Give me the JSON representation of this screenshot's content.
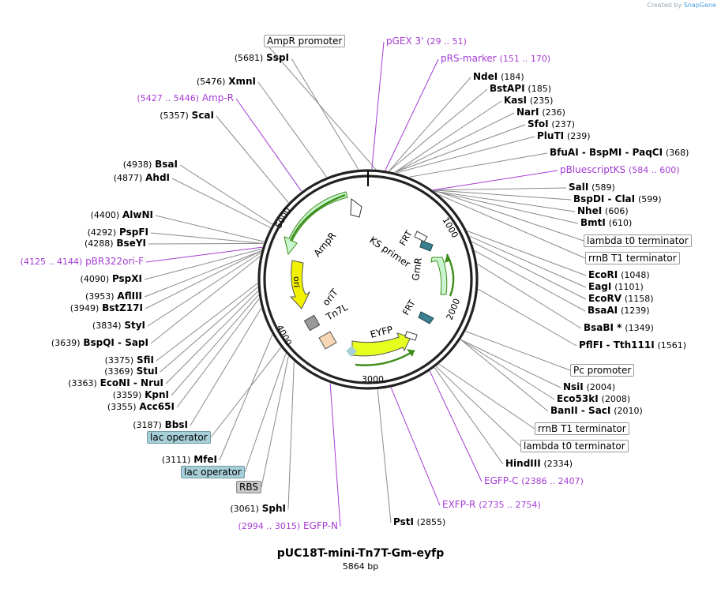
{
  "header": {
    "credit_prefix": "Created by",
    "credit_brand": "SnapGene"
  },
  "plasmid": {
    "name": "pUC18T-mini-Tn7T-Gm-eyfp",
    "size": "5864 bp"
  },
  "ring_ticks": [
    "1000",
    "2000",
    "3000",
    "4000",
    "5000"
  ],
  "inner_labels": [
    "AmpR",
    "KS primer",
    "FRT",
    "GmR",
    "FRT",
    "ori",
    "oriT",
    "Tn7L",
    "EYFP"
  ],
  "sites_left": [
    {
      "pos": "(5681)",
      "name": "SspI"
    },
    {
      "pos": "(5476)",
      "name": "XmnI"
    },
    {
      "pos": "(5427 .. 5446)",
      "name": "Amp-R",
      "feature": true
    },
    {
      "pos": "(5357)",
      "name": "ScaI"
    },
    {
      "pos": "(4938)",
      "name": "BsaI"
    },
    {
      "pos": "(4877)",
      "name": "AhdI"
    },
    {
      "pos": "(4400)",
      "name": "AlwNI"
    },
    {
      "pos": "(4292)",
      "name": "PspFI"
    },
    {
      "pos": "(4288)",
      "name": "BseYI"
    },
    {
      "pos": "(4125 .. 4144)",
      "name": "pBR322ori-F",
      "feature": true
    },
    {
      "pos": "(4090)",
      "name": "PspXI"
    },
    {
      "pos": "(3953)",
      "name": "AflIII"
    },
    {
      "pos": "(3949)",
      "name": "BstZ17I"
    },
    {
      "pos": "(3834)",
      "name": "StyI"
    },
    {
      "pos": "(3639)",
      "name": "BspQI  -  SapI"
    },
    {
      "pos": "(3375)",
      "name": "SfiI"
    },
    {
      "pos": "(3369)",
      "name": "StuI"
    },
    {
      "pos": "(3363)",
      "name": "EcoNI  -  NruI"
    },
    {
      "pos": "(3359)",
      "name": "KpnI"
    },
    {
      "pos": "(3355)",
      "name": "Acc65I"
    },
    {
      "pos": "(3187)",
      "name": "BbsI"
    },
    {
      "pos": "(3111)",
      "name": "MfeI"
    },
    {
      "pos": "(3061)",
      "name": "SphI"
    },
    {
      "pos": "(2994 .. 3015)",
      "name": "EGFP-N",
      "feature": true
    }
  ],
  "sites_right": [
    {
      "name": "pGEX 3'",
      "pos": "(29 .. 51)",
      "feature": true
    },
    {
      "name": "pRS-marker",
      "pos": "(151 .. 170)",
      "feature": true
    },
    {
      "name": "NdeI",
      "pos": "(184)"
    },
    {
      "name": "BstAPI",
      "pos": "(185)"
    },
    {
      "name": "KasI",
      "pos": "(235)"
    },
    {
      "name": "NarI",
      "pos": "(236)"
    },
    {
      "name": "SfoI",
      "pos": "(237)"
    },
    {
      "name": "PluTI",
      "pos": "(239)"
    },
    {
      "name": "BfuAI  -  BspMI  -  PaqCI",
      "pos": "(368)"
    },
    {
      "name": "pBluescriptKS",
      "pos": "(584 .. 600)",
      "feature": true
    },
    {
      "name": "SalI",
      "pos": "(589)"
    },
    {
      "name": "BspDI  -  ClaI",
      "pos": "(599)"
    },
    {
      "name": "NheI",
      "pos": "(606)"
    },
    {
      "name": "BmtI",
      "pos": "(610)"
    },
    {
      "name": "EcoRI",
      "pos": "(1048)"
    },
    {
      "name": "EagI",
      "pos": "(1101)"
    },
    {
      "name": "EcoRV",
      "pos": "(1158)"
    },
    {
      "name": "BsaAI",
      "pos": "(1239)"
    },
    {
      "name": "BsaBI *",
      "pos": "(1349)"
    },
    {
      "name": "PflFI  -  Tth111I",
      "pos": "(1561)"
    },
    {
      "name": "NsiI",
      "pos": "(2004)"
    },
    {
      "name": "Eco53kI",
      "pos": "(2008)"
    },
    {
      "name": "BanII  -  SacI",
      "pos": "(2010)"
    },
    {
      "name": "HindIII",
      "pos": "(2334)"
    },
    {
      "name": "EGFP-C",
      "pos": "(2386 .. 2407)",
      "feature": true
    },
    {
      "name": "EXFP-R",
      "pos": "(2735 .. 2754)",
      "feature": true
    },
    {
      "name": "PstI",
      "pos": "(2855)"
    }
  ],
  "boxed": [
    {
      "text": "AmpR promoter",
      "kind": "plain"
    },
    {
      "text": "lambda t0 terminator",
      "kind": "plain"
    },
    {
      "text": "rrnB T1 terminator",
      "kind": "plain"
    },
    {
      "text": "Pc promoter",
      "kind": "plain"
    },
    {
      "text": "rrnB T1 terminator",
      "kind": "plain"
    },
    {
      "text": "lambda t0 terminator",
      "kind": "plain"
    },
    {
      "text": "lac operator",
      "kind": "lac"
    },
    {
      "text": "lac operator",
      "kind": "lac"
    },
    {
      "text": "RBS",
      "kind": "rbs"
    }
  ],
  "colors": {
    "feature_text": "#a53cd4",
    "ampr_fill": "#c9f5cf",
    "gmr_fill": "#c9f5cf",
    "eyfp_fill": "#e6ff1f",
    "ori_fill": "#f2f200",
    "origin_t_fill": "#9a9a9a",
    "tn7l_fill": "#f7d7b3",
    "frt_fill": "#3c7f8f",
    "arrow_dark": "#3d8d1a"
  }
}
